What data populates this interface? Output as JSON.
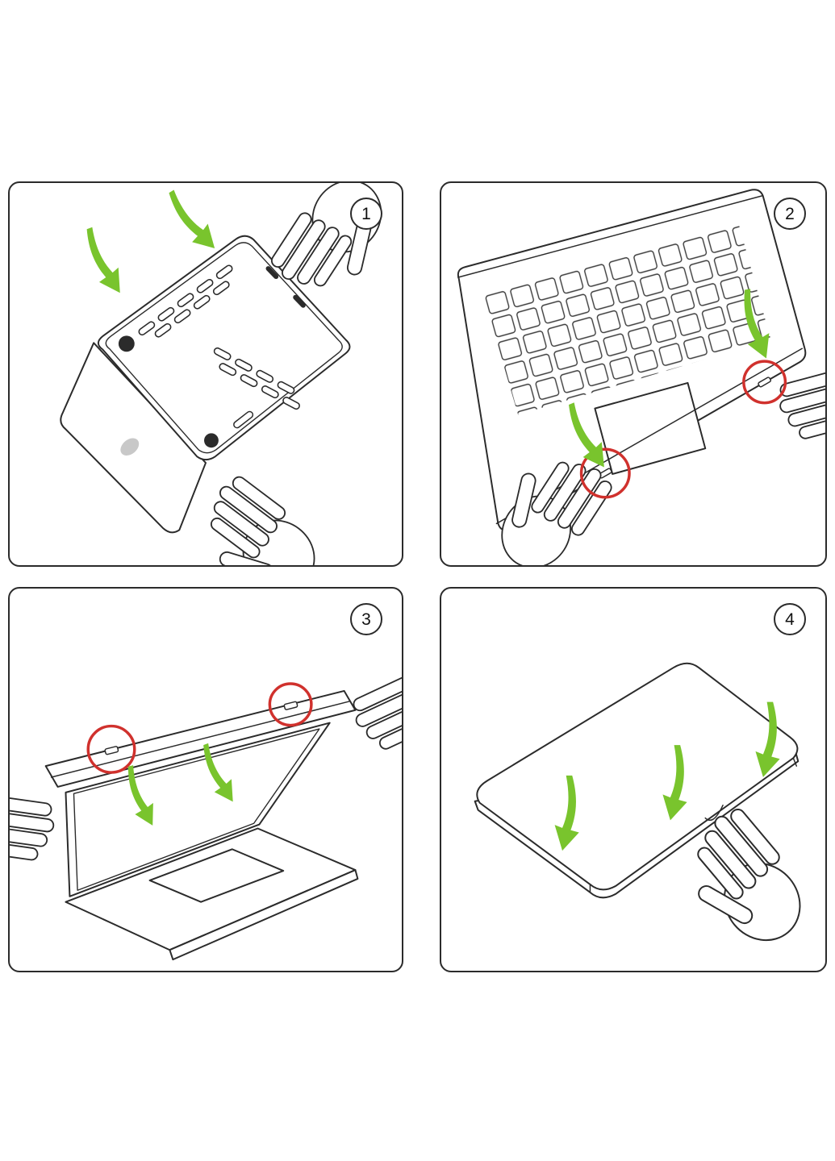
{
  "page": {
    "background": "#ffffff"
  },
  "colors": {
    "line_ink": "#2b2b2b",
    "panel_border": "#2b2b2b",
    "arrow_green": "#79c42d",
    "circle_red": "#d0312d"
  },
  "steps": [
    {
      "number": "1"
    },
    {
      "number": "2"
    },
    {
      "number": "3"
    },
    {
      "number": "4"
    }
  ],
  "icons": {
    "press_arrow": "curved-green-arrow-down",
    "clip_highlight": "red-circle-outline",
    "hand": "hand-outline",
    "step_badge": "numbered-circle"
  }
}
